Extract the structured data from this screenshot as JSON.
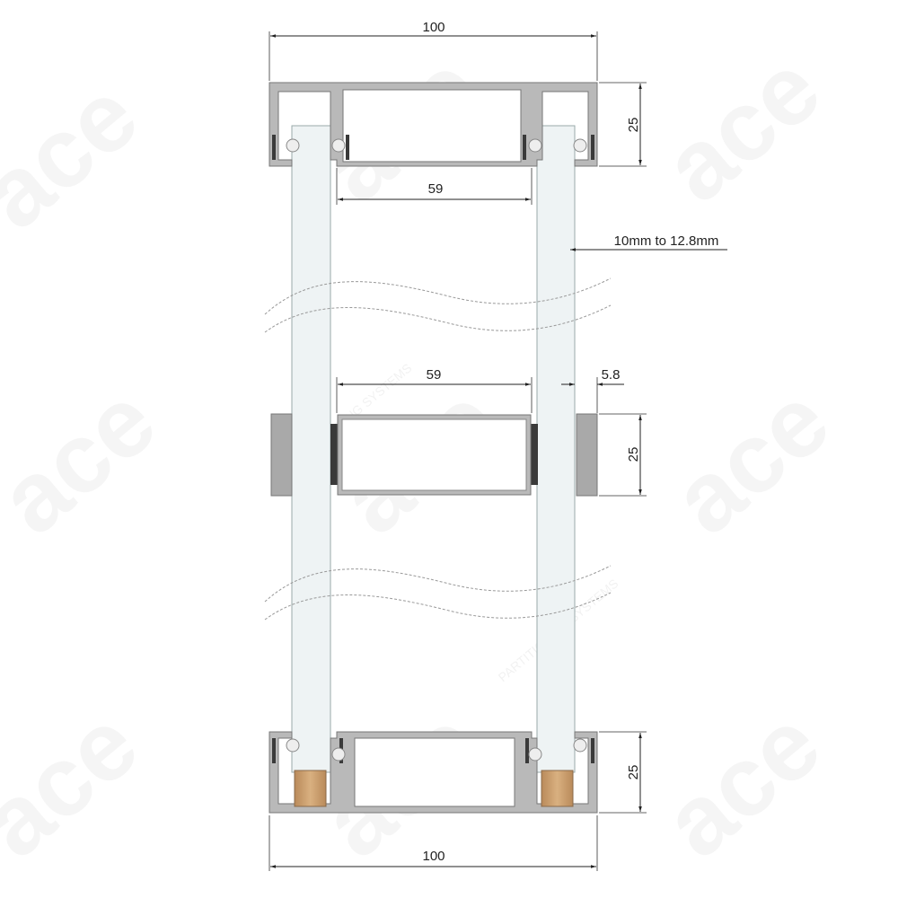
{
  "watermark": {
    "logo": "ace",
    "tagline": "PARTITIONING SYSTEMS"
  },
  "dimensions": {
    "top_width": "100",
    "top_height": "25",
    "top_channel_width": "59",
    "glass_thickness": "10mm to 12.8mm",
    "mid_channel_width": "59",
    "mid_offset": "5.8",
    "mid_height": "25",
    "bottom_height": "25",
    "bottom_width": "100"
  },
  "colors": {
    "aluminium": "#b9b9b9",
    "glass": "#eef3f4",
    "gasket": "#3a3a3a",
    "setting_block": "#c99a66"
  }
}
